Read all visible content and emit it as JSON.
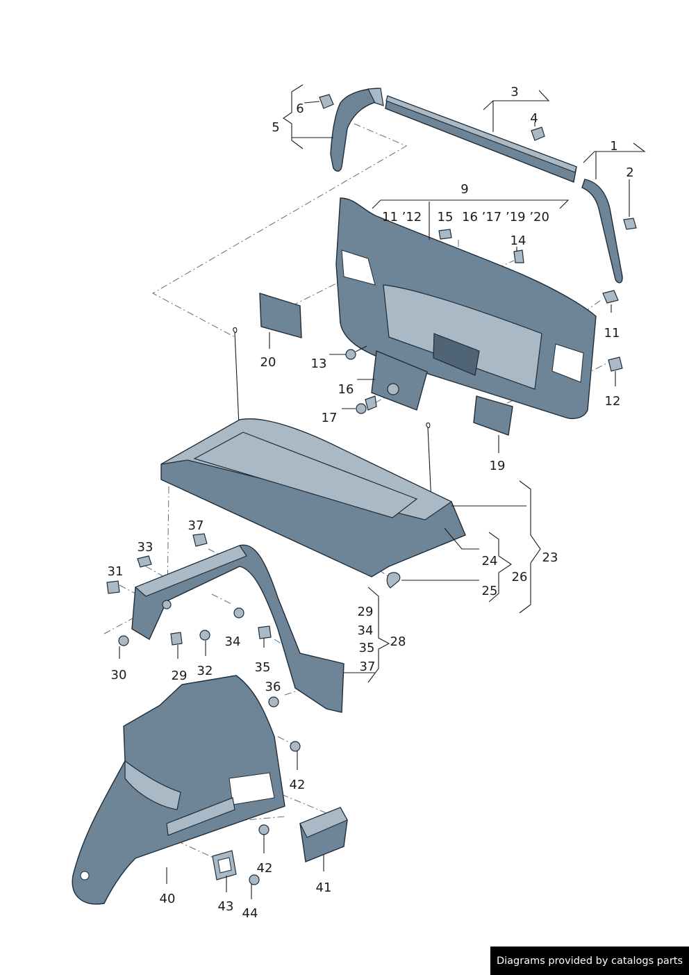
{
  "callouts": [
    "1",
    "2",
    "3",
    "4",
    "5",
    "6",
    "9",
    "11 ’12",
    "15",
    "16 ’17 ’19 ’20",
    "14",
    "11",
    "12",
    "13",
    "16",
    "17",
    "20",
    "19",
    "23",
    "24",
    "25",
    "26",
    "33",
    "37",
    "31",
    "34",
    "30",
    "29",
    "32",
    "35",
    "29",
    "34",
    "35",
    "37",
    "28",
    "36",
    "42",
    "42",
    "40",
    "43",
    "44",
    "41"
  ],
  "credit": "Diagrams provided by catalogs parts"
}
